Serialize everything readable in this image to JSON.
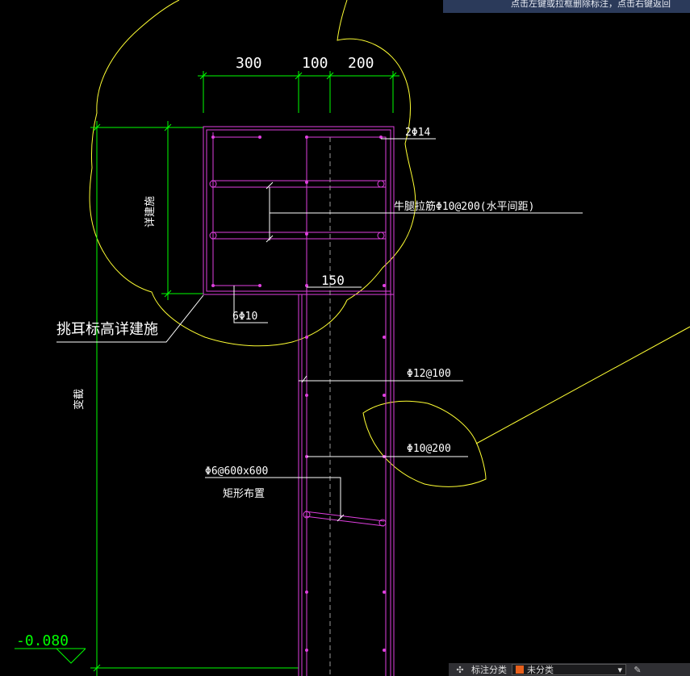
{
  "hint": {
    "text": "点击左键或拉框删除标注，点击右键返回"
  },
  "dimensions": {
    "d300": "300",
    "d100": "100",
    "d200": "200",
    "d150": "150"
  },
  "labels": {
    "top_bars": "2Φ14",
    "corbel_ties": "牛腿拉筋Φ10@200(水平间距)",
    "side_bars": "6Φ10",
    "vertical_dim": "详建施",
    "corbel_elev": "挑耳标高详建施",
    "stirrup": "Φ12@100",
    "wall_bar": "Φ10@200",
    "tie_spec": "Φ6@600x600",
    "tie_layout": "矩形布置",
    "left_dim": "变截",
    "elevation": "-0.080"
  },
  "status": {
    "label": "标注分类",
    "combo_value": "未分类",
    "swatch_color": "#e8601c"
  },
  "colors": {
    "rebar": "#e040e0",
    "dimension": "#00ff00",
    "cloud": "#ffff33",
    "leader": "#ffffff",
    "hint_bg": "#2b3a5a"
  }
}
